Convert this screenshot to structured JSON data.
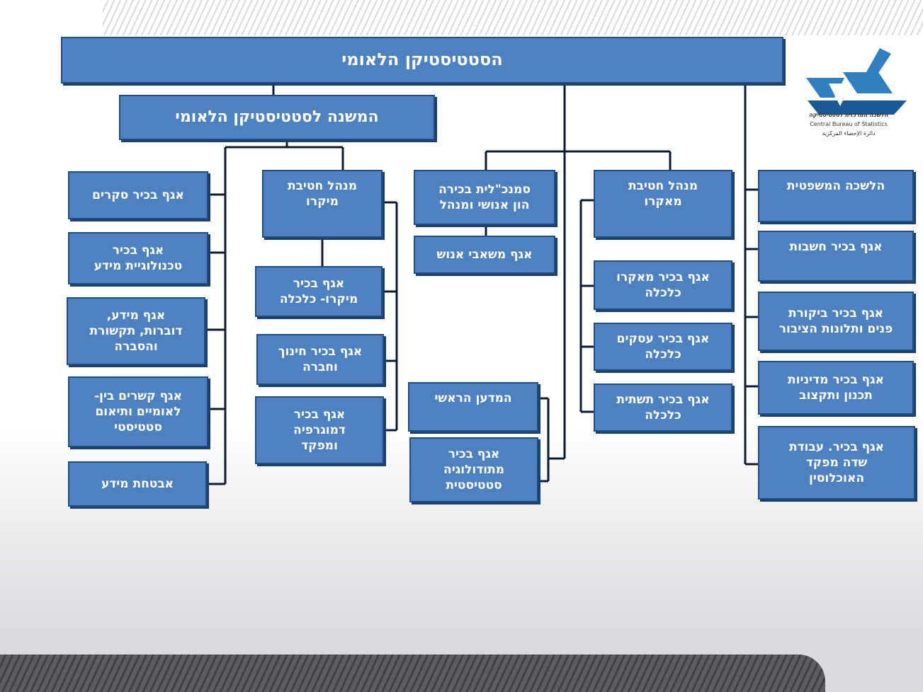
{
  "chart_title": "הסטטיסטיקן הלאומי",
  "deputy": "המשנה לסטטיסטיקן הלאומי",
  "logo": {
    "line_he": "הלשכה המרכזית לסטטיסטיקה",
    "line_en": "Central Bureau of Statistics",
    "line_ar": "دائرة الإحصاء المركزية"
  },
  "units": {
    "col1_legal": "הלשכה המשפטית",
    "col1_accounting": "אגף בכיר חשבות",
    "col1_audit": "אגף בכיר ביקורת\nפנים ותלונות הציבור",
    "col1_policy": "אגף בכיר מדיניות\nתכנון ותקצוב",
    "col1_field": "אגף בכיר. עבודת\nשדה מפקד\nהאוכלוסין",
    "col2_head": "מנהל חטיבת\nמאקרו",
    "col2_macro": "אגף בכיר מאקרו\nכלכלה",
    "col2_business": "אגף בכיר עסקים\nכלכלה",
    "col2_infra": "אגף בכיר תשתית\nכלכלה",
    "col3_dg": "סמנכ\"לית בכירה\nהון אנושי ומנהל",
    "col3_hr": "אגף משאבי אנוש",
    "col3_chief_sci": "המדען הראשי",
    "col3_method": "אגף בכיר\nמתודולוגיה\nסטטיסטית",
    "col4_head": "מנהל חטיבת\nמיקרו",
    "col4_micro": "אגף בכיר\nמיקרו- כלכלה",
    "col4_welfare": "אגף בכיר חינוך\nוחברה",
    "col4_demo": "אגף בכיר\nדמוגרפיה\nומפקד",
    "col5_surveys": "אגף בכיר סקרים",
    "col5_it": "אגף בכיר\nטכנולוגיית מידע",
    "col5_info": "אגף מידע,\nדוברות, תקשורת\nוהסברה",
    "col5_intl": "אגף קשרים בין-\nלאומיים ותיאום\nסטטיסטי",
    "col5_security": "אבטחת מידע"
  },
  "colors": {
    "box_fill": "#4e81bf",
    "box_border": "#1f4e85",
    "connector": "#0d1c33"
  }
}
